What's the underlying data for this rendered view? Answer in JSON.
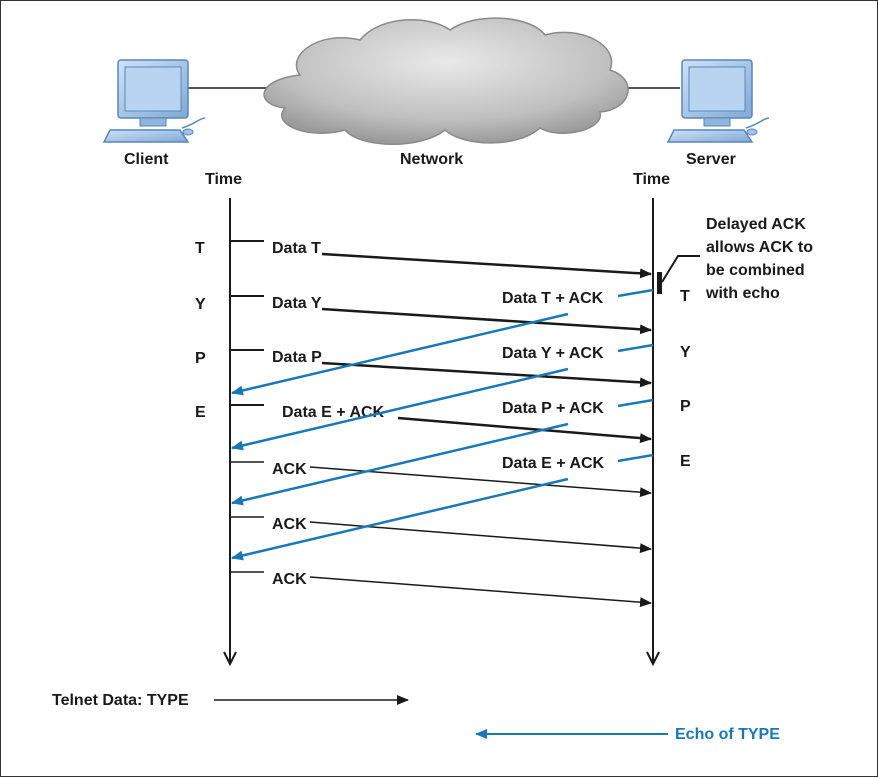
{
  "nodes": {
    "client_label": "Client",
    "network_label": "Network",
    "server_label": "Server",
    "client_time": "Time",
    "server_time": "Time"
  },
  "client_letters": [
    "T",
    "Y",
    "P",
    "E"
  ],
  "server_letters": [
    "T",
    "Y",
    "P",
    "E"
  ],
  "client_messages": [
    "Data T",
    "Data Y",
    "Data P",
    "Data E + ACK",
    "ACK",
    "ACK",
    "ACK"
  ],
  "server_messages": [
    "Data T + ACK",
    "Data Y + ACK",
    "Data P + ACK",
    "Data E + ACK"
  ],
  "annotation": {
    "lines": [
      "Delayed ACK",
      "allows ACK to",
      "be combined",
      "with echo"
    ]
  },
  "legend": {
    "telnet_label": "Telnet Data: TYPE",
    "echo_label": "Echo of TYPE"
  },
  "colors": {
    "data_arrow": "#1a1a1a",
    "echo_arrow": "#1b78b8",
    "computer": "#9fc2e8",
    "cloud": "#bdbdbd"
  }
}
